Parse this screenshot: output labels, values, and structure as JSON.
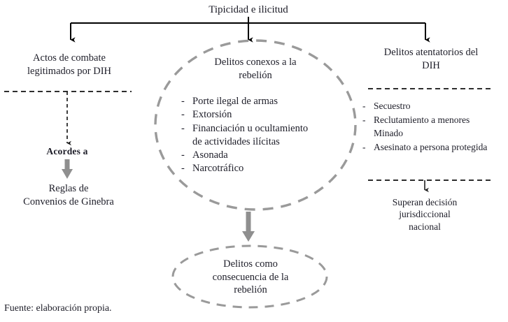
{
  "figure": {
    "title": "Tipicidad e ilicitud",
    "footer": "Fuente: elaboración propia.",
    "colors": {
      "text": "#1d1d28",
      "solid_connector": "#000000",
      "dashed_connector": "#000000",
      "gray_shape": "#9a9a9a",
      "gray_arrow": "#8f8f8f",
      "background": "#ffffff"
    }
  },
  "branches": {
    "left": {
      "heading": "Actos de combate\nlegitimados por DIH",
      "relation_label": "Acordes a",
      "result": "Reglas de\nConvenios de Ginebra"
    },
    "center": {
      "heading": "Delitos conexos a la\nrebelión",
      "items": [
        {
          "marker": "-",
          "label": "Porte ilegal de armas"
        },
        {
          "marker": "-",
          "label": "Extorsión"
        },
        {
          "marker": "-",
          "label": "Financiación u ocultamiento\nde actividades ilícitas"
        },
        {
          "marker": "-",
          "label": "Asonada"
        },
        {
          "marker": "-",
          "label": "Narcotráfico"
        }
      ],
      "outcome": "Delitos como\nconsecuencia de la\nrebelión"
    },
    "right": {
      "heading": "Delitos atentatorios del\nDIH",
      "items": [
        {
          "marker": "-",
          "label": "Secuestro"
        },
        {
          "marker": "-",
          "label": "Reclutamiento a menores"
        },
        {
          "marker": "",
          "label": "Minado"
        },
        {
          "marker": "-",
          "label": "Asesinato a persona protegida"
        }
      ],
      "result": "Superan decisión\njurisdiccional\nnacional"
    }
  }
}
